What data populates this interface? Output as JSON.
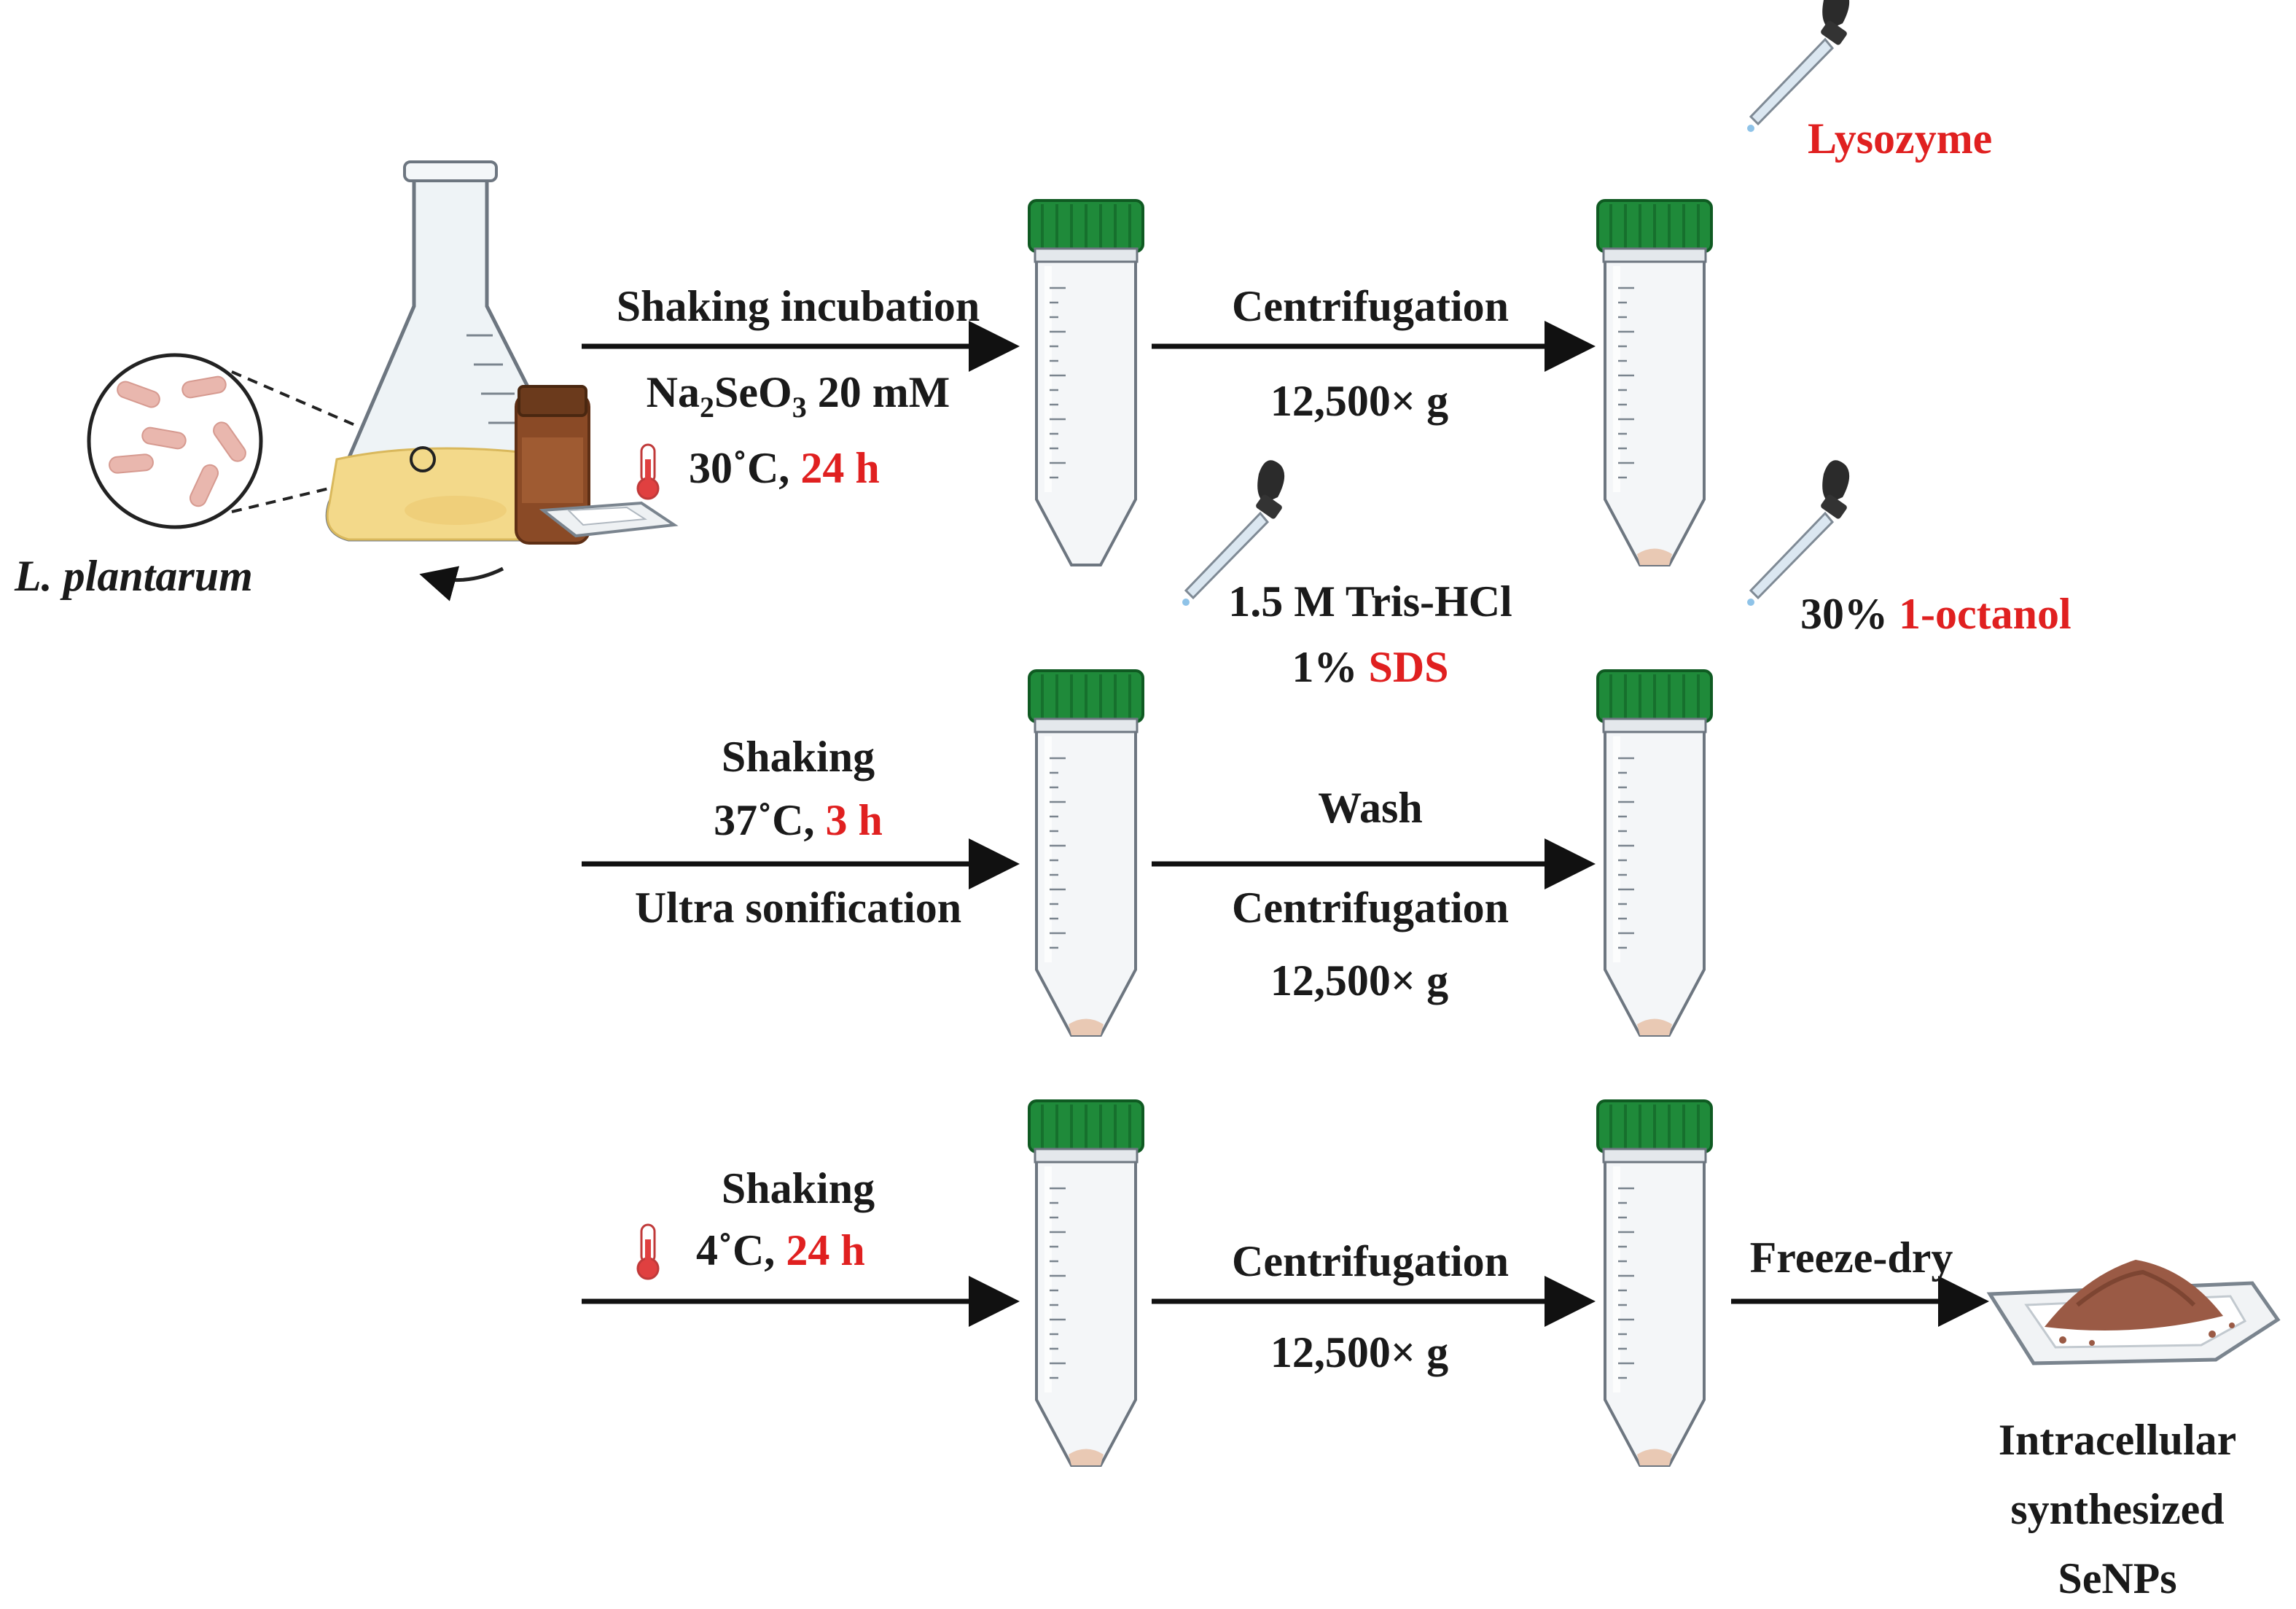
{
  "organism": {
    "label": "L. plantarum"
  },
  "row1": {
    "step1": {
      "line1": "Shaking incubation",
      "line2_prefix": "Na",
      "line2_sub1": "2",
      "line2_mid": "SeO",
      "line2_sub2": "3",
      "line2_suffix": " 20 mM",
      "line3_temp": "30˚C, ",
      "line3_time": "24 h"
    },
    "step2": {
      "above": "Centrifugation",
      "below": "12,500× g"
    },
    "reagent": "Lysozyme"
  },
  "row2": {
    "reagent_a_line1": "1.5 M Tris-HCl",
    "reagent_a_line2_prefix": "1% ",
    "reagent_a_line2_red": "SDS",
    "reagent_b_prefix": "30% ",
    "reagent_b_red": "1-octanol",
    "step1": {
      "line1": "Shaking",
      "line2_temp": "37˚C, ",
      "line2_time": "3 h",
      "below": "Ultra sonification"
    },
    "step2": {
      "above": "Wash",
      "below1": "Centrifugation",
      "below2": "12,500× g"
    }
  },
  "row3": {
    "step1": {
      "line1": "Shaking",
      "line2_temp": "4˚C, ",
      "line2_time": "24 h"
    },
    "step2": {
      "above": "Centrifugation",
      "below": "12,500× g"
    },
    "step3": {
      "above": "Freeze-dry"
    },
    "product": {
      "line1": "Intracellular",
      "line2": "synthesized",
      "line3": "SeNPs"
    }
  },
  "colors": {
    "text": "#1a1a1a",
    "highlight": "#e02020",
    "cap_green": "#1f8a3a",
    "culture_yellow": "#f3d98a",
    "buffer_blue": "#bcdcf2",
    "pellet": "#e9c9b4",
    "powder": "#9a5a45",
    "bottle_brown": "#8a4a26"
  }
}
